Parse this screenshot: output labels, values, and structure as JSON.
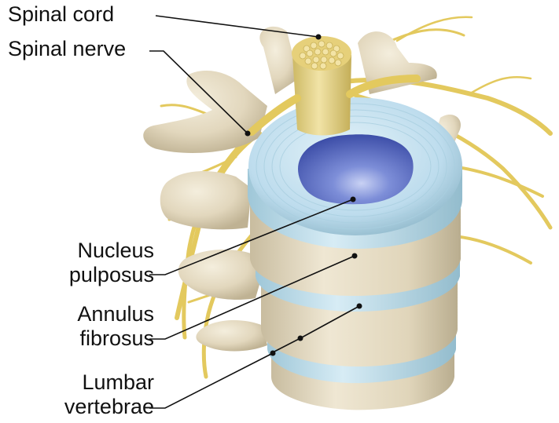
{
  "labels": {
    "spinal_cord": "Spinal cord",
    "spinal_nerve": "Spinal nerve",
    "nucleus_line1": "Nucleus",
    "nucleus_line2": "pulposus",
    "annulus_line1": "Annulus",
    "annulus_line2": "fibrosus",
    "lumbar_line1": "Lumbar",
    "lumbar_line2": "vertebrae"
  },
  "colors": {
    "bone": "#e6dcc4",
    "bone_shadow": "#c9bda0",
    "nerve": "#e8cf6a",
    "disc_annulus": "#bfe0ef",
    "disc_nucleus": "#5b6fc4",
    "cord": "#e9d992",
    "leader_line": "#111111"
  }
}
